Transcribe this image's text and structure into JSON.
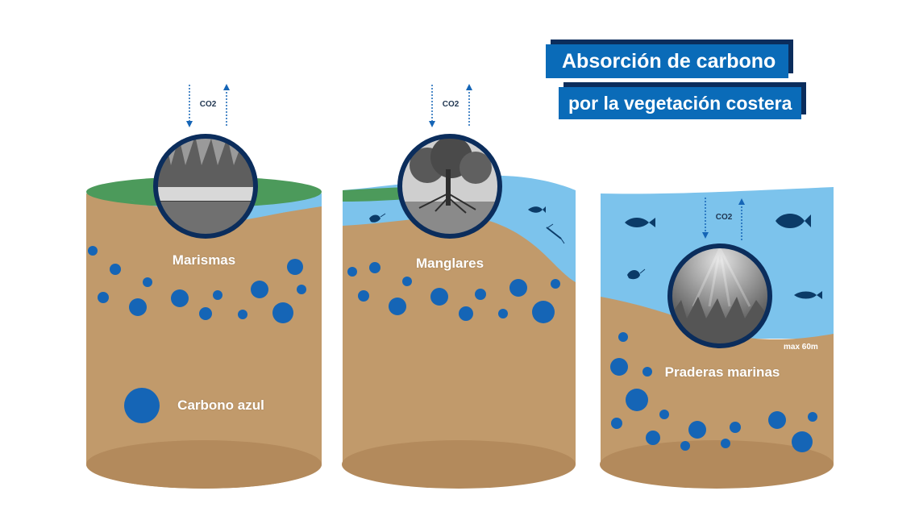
{
  "title": {
    "line1": "Absorción de carbono",
    "line2": "por la vegetación costera"
  },
  "panels": [
    {
      "label": "Marismas",
      "gas": "CO2"
    },
    {
      "label": "Manglares",
      "gas": "CO2"
    },
    {
      "label": "Praderas marinas",
      "gas": "CO2",
      "depth_note": "max 60m"
    }
  ],
  "legend": {
    "label": "Carbono azul"
  },
  "colors": {
    "sediment": "#c19a6b",
    "sediment_dark": "#b38a5c",
    "water": "#7cc3ec",
    "marsh_grass": "#4c9a5b",
    "carbon": "#1565b6",
    "title_bg": "#0a6bb8",
    "title_shadow": "#0b2d5c"
  }
}
